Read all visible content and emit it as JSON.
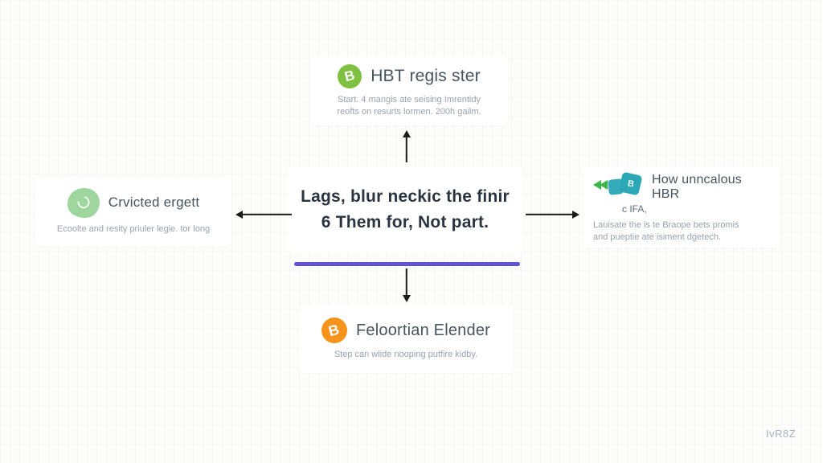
{
  "center": {
    "line1": "Lags, blur neckic the finir",
    "line2": "6 Them for, Not part."
  },
  "nodes": {
    "top": {
      "icon": "bitcoin-green-coin-icon",
      "glyph": "B",
      "title": "HBT regis ster",
      "subtitle": "Start. 4 mangis ate seising Imrentidy reofts on resurts lormen. 200h gailm."
    },
    "left": {
      "icon": "eco-leaf-blob-icon",
      "title": "Crvicted ergett",
      "subtitle": "Ecoolte and resity priuler legie. tor long"
    },
    "right": {
      "icon": "teal-cards-transfer-icon",
      "glyph": "B",
      "title": "How unncalous HBR",
      "title2": "c IFA,",
      "subtitle_line1": "Lauisate the is te Braope bets promis",
      "subtitle_line2": "and pueptie ate isiment dgetech."
    },
    "bottom": {
      "icon": "bitcoin-orange-coin-icon",
      "glyph": "B",
      "title": "Feloortian Elender",
      "subtitle": "Step can wiide nooping putfire kidby."
    }
  },
  "watermark": "IvR8Z",
  "colors": {
    "bitcoin_green": "#7ec140",
    "eco_green": "#9fd69d",
    "teal": "#2ba7b5",
    "accent_green": "#3cb54a",
    "bitcoin_orange": "#f7931a",
    "underline": "#6153d6",
    "arrow": "#1b1b1b",
    "title_text": "#47545f",
    "subtitle_text": "#98a3ae",
    "center_text": "#2b3540"
  }
}
